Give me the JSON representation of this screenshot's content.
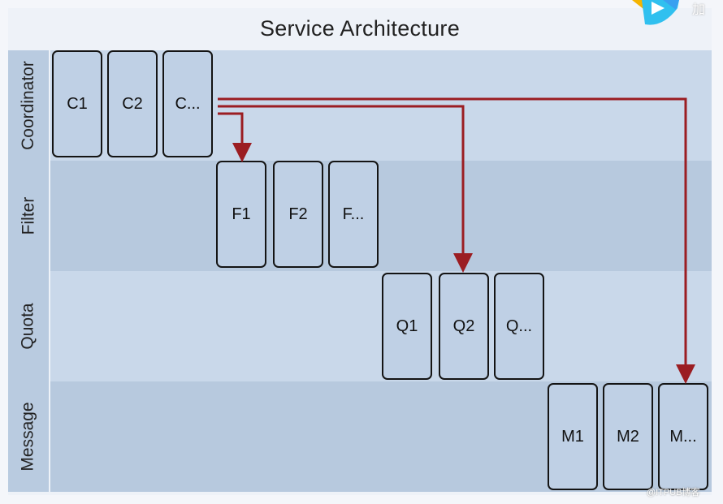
{
  "title": "Service Architecture",
  "lanes": [
    {
      "label": "Coordinator",
      "nodes": [
        "C1",
        "C2",
        "C..."
      ]
    },
    {
      "label": "Filter",
      "nodes": [
        "F1",
        "F2",
        "F..."
      ]
    },
    {
      "label": "Quota",
      "nodes": [
        "Q1",
        "Q2",
        "Q..."
      ]
    },
    {
      "label": "Message",
      "nodes": [
        "M1",
        "M2",
        "M..."
      ]
    }
  ],
  "arrows": [
    {
      "from": "C...",
      "to": "F1"
    },
    {
      "from": "C...",
      "to": "Q2"
    },
    {
      "from": "C...",
      "to": "M..."
    }
  ],
  "colors": {
    "lane_dark": "#b7c9de",
    "lane_light": "#c9d8ea",
    "node_fill": "#bfd0e5",
    "node_border": "#141414",
    "arrow": "#9b1d22"
  },
  "watermark": "@ITPUB博客"
}
